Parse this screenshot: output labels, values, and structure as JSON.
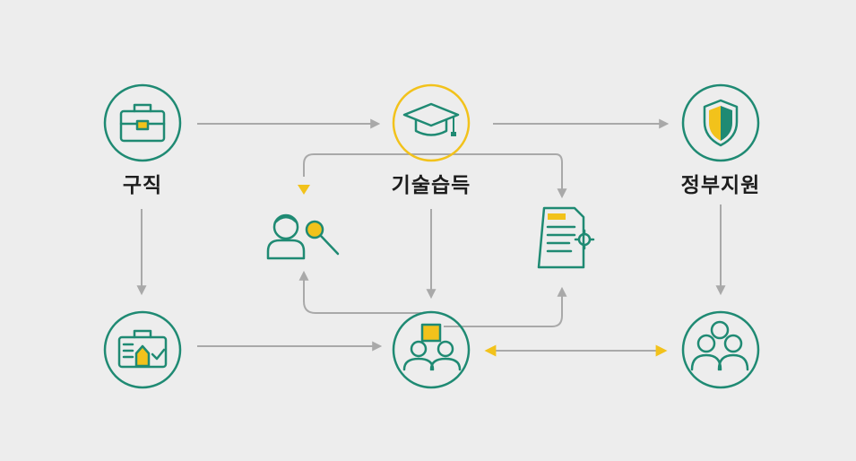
{
  "labels": {
    "job_search": "구직",
    "skill_acquisition": "기술습득",
    "government_support": "정부지원"
  },
  "icons": {
    "node_1": "briefcase-icon",
    "node_2": "graduation-cap-icon",
    "node_3": "shield-icon",
    "node_4": "person-search-icon",
    "node_5": "document-gear-icon",
    "node_6": "business-case-icon",
    "node_7": "team-meeting-icon",
    "node_8": "group-icon"
  },
  "colors": {
    "background": "#ededed",
    "teal": "#1f8a73",
    "yellow": "#f2c21b",
    "arrow_gray": "#a9a9a9",
    "label": "#1d1d1d"
  }
}
